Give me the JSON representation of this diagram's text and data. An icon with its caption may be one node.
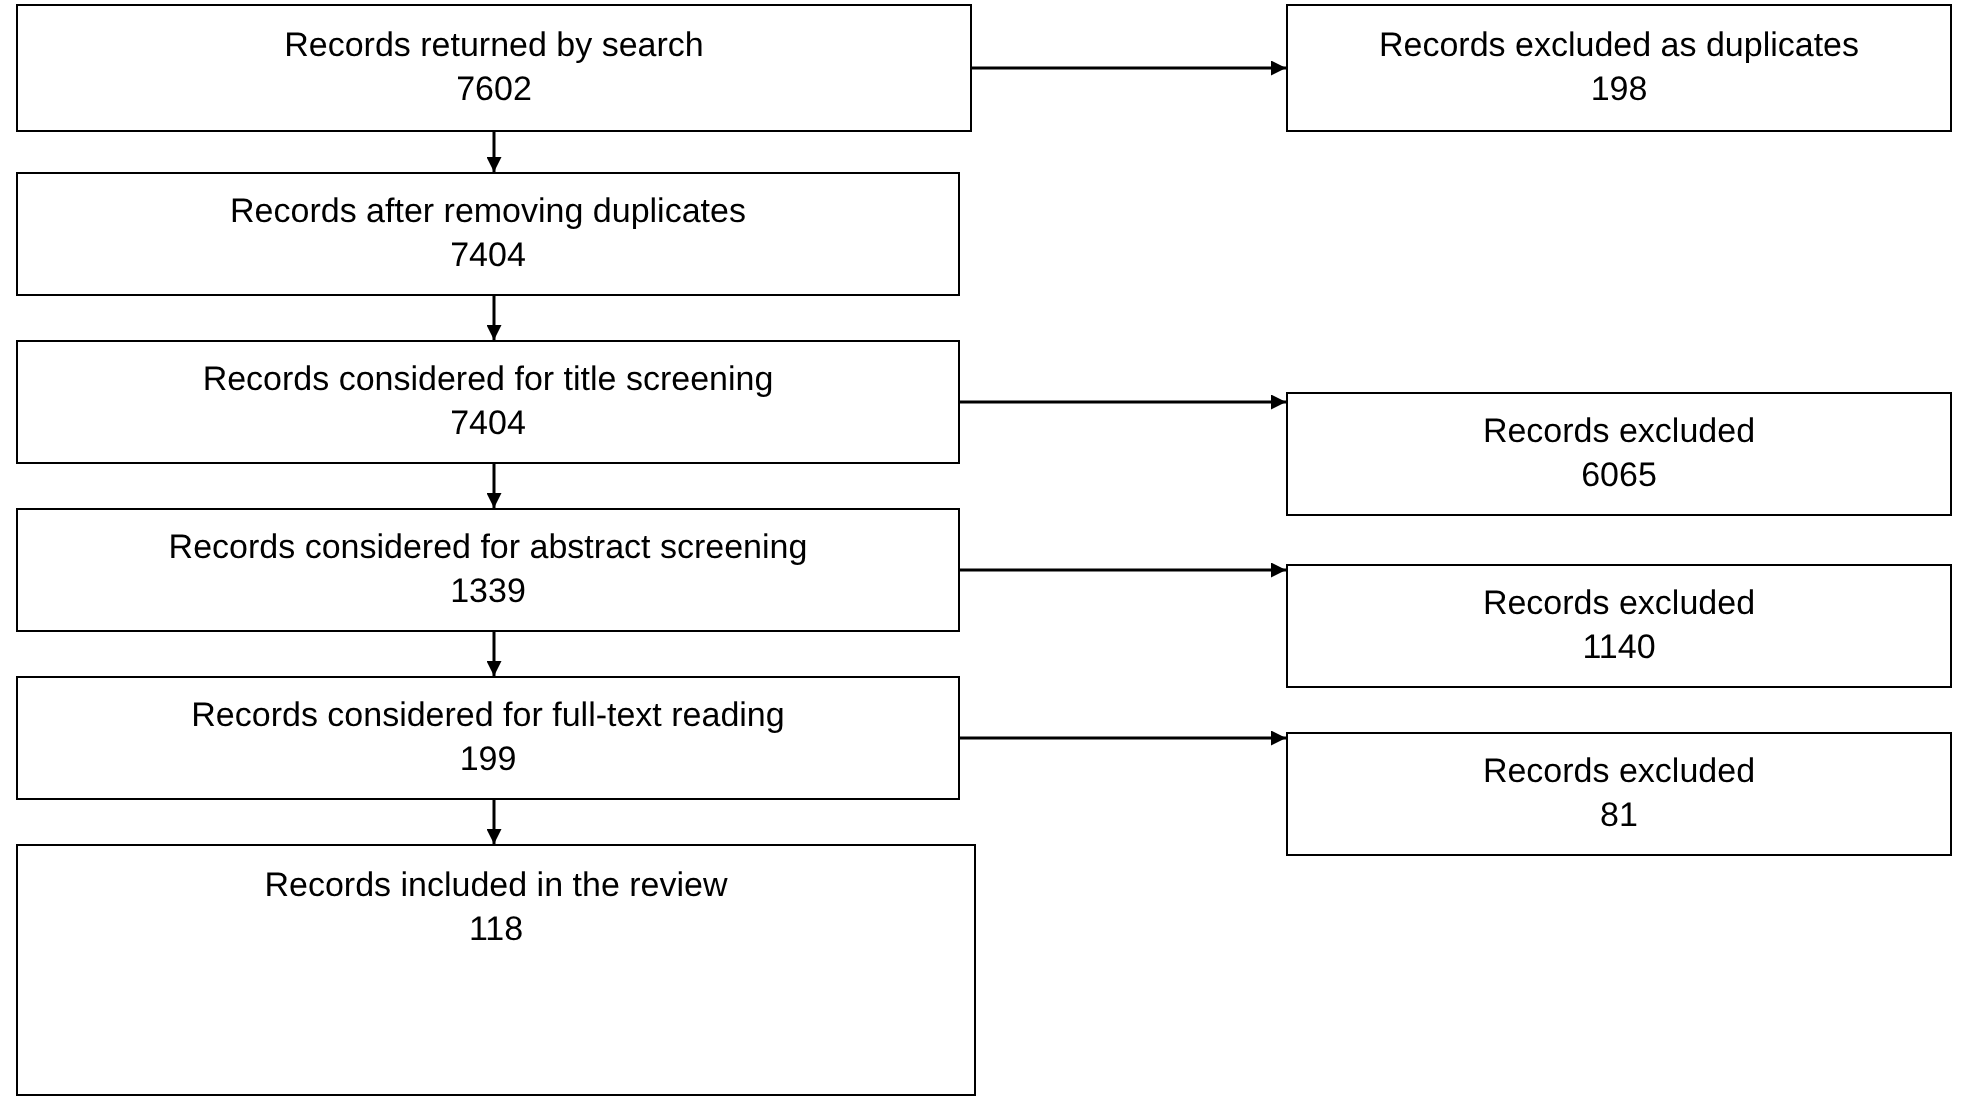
{
  "diagram": {
    "nodes": [
      {
        "text": [
          "Records returned by search",
          "7602"
        ]
      },
      {
        "text": [
          "Records excluded as duplicates",
          "198"
        ]
      },
      {
        "text": [
          "Records after removing duplicates",
          "7404"
        ]
      },
      {
        "text": [
          "Records considered for title screening",
          "7404"
        ]
      },
      {
        "text": [
          "Records excluded",
          "6065"
        ]
      },
      {
        "text": [
          "Records considered for abstract screening",
          "1339"
        ]
      },
      {
        "text": [
          "Records excluded",
          "1140"
        ]
      },
      {
        "text": [
          "Records considered for full-text reading",
          "199"
        ]
      },
      {
        "text": [
          "Records excluded",
          "81"
        ]
      },
      {
        "text": [
          "Records included in the review",
          "118"
        ]
      }
    ],
    "edges": [
      {
        "from": 0,
        "to": 1,
        "arrow": "to"
      },
      {
        "from": 0,
        "to": 2,
        "arrow": "to"
      },
      {
        "from": 2,
        "to": 3,
        "arrow": "to"
      },
      {
        "from": 3,
        "to": 4,
        "arrow": "to"
      },
      {
        "from": 3,
        "to": 5,
        "arrow": "to"
      },
      {
        "from": 5,
        "to": 6,
        "arrow": "to"
      },
      {
        "from": 5,
        "to": 7,
        "arrow": "to"
      },
      {
        "from": 7,
        "to": 8,
        "arrow": "to"
      },
      {
        "from": 7,
        "to": 9,
        "arrow": "to"
      }
    ]
  }
}
